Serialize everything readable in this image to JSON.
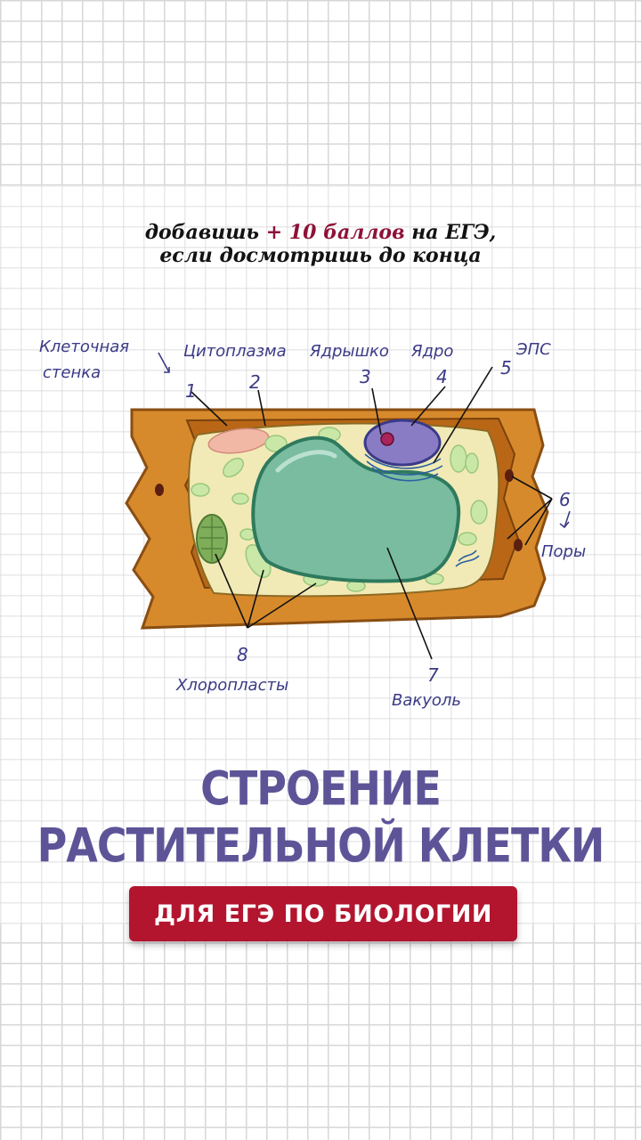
{
  "promo": {
    "part1": "добавишь ",
    "highlight": "+ 10 баллов",
    "part2": " на ЕГЭ,",
    "line2": "если досмотришь до конца"
  },
  "diagram": {
    "labels": {
      "cell_wall_line1": "Клеточная",
      "cell_wall_line2": "стенка",
      "cytoplasm": "Цитоплазма",
      "nucleolus": "Ядрышко",
      "nucleus": "Ядро",
      "er": "ЭПС",
      "pores": "Поры",
      "chloroplasts": "Хлоропласты",
      "vacuole": "Вакуоль"
    },
    "numbers": {
      "n1": "1",
      "n2": "2",
      "n3": "3",
      "n4": "4",
      "n5": "5",
      "n6": "6",
      "n7": "7",
      "n8": "8"
    }
  },
  "title": {
    "line1": "СТРОЕНИЕ",
    "line2": "РАСТИТЕЛЬНОЙ КЛЕТКИ"
  },
  "badge": {
    "text": "ДЛЯ ЕГЭ ПО БИОЛОГИИ"
  },
  "colors": {
    "title": "#5d5498",
    "badge": "#b3152f",
    "highlight": "#8e1238",
    "handwriting": "#3b3a86"
  }
}
